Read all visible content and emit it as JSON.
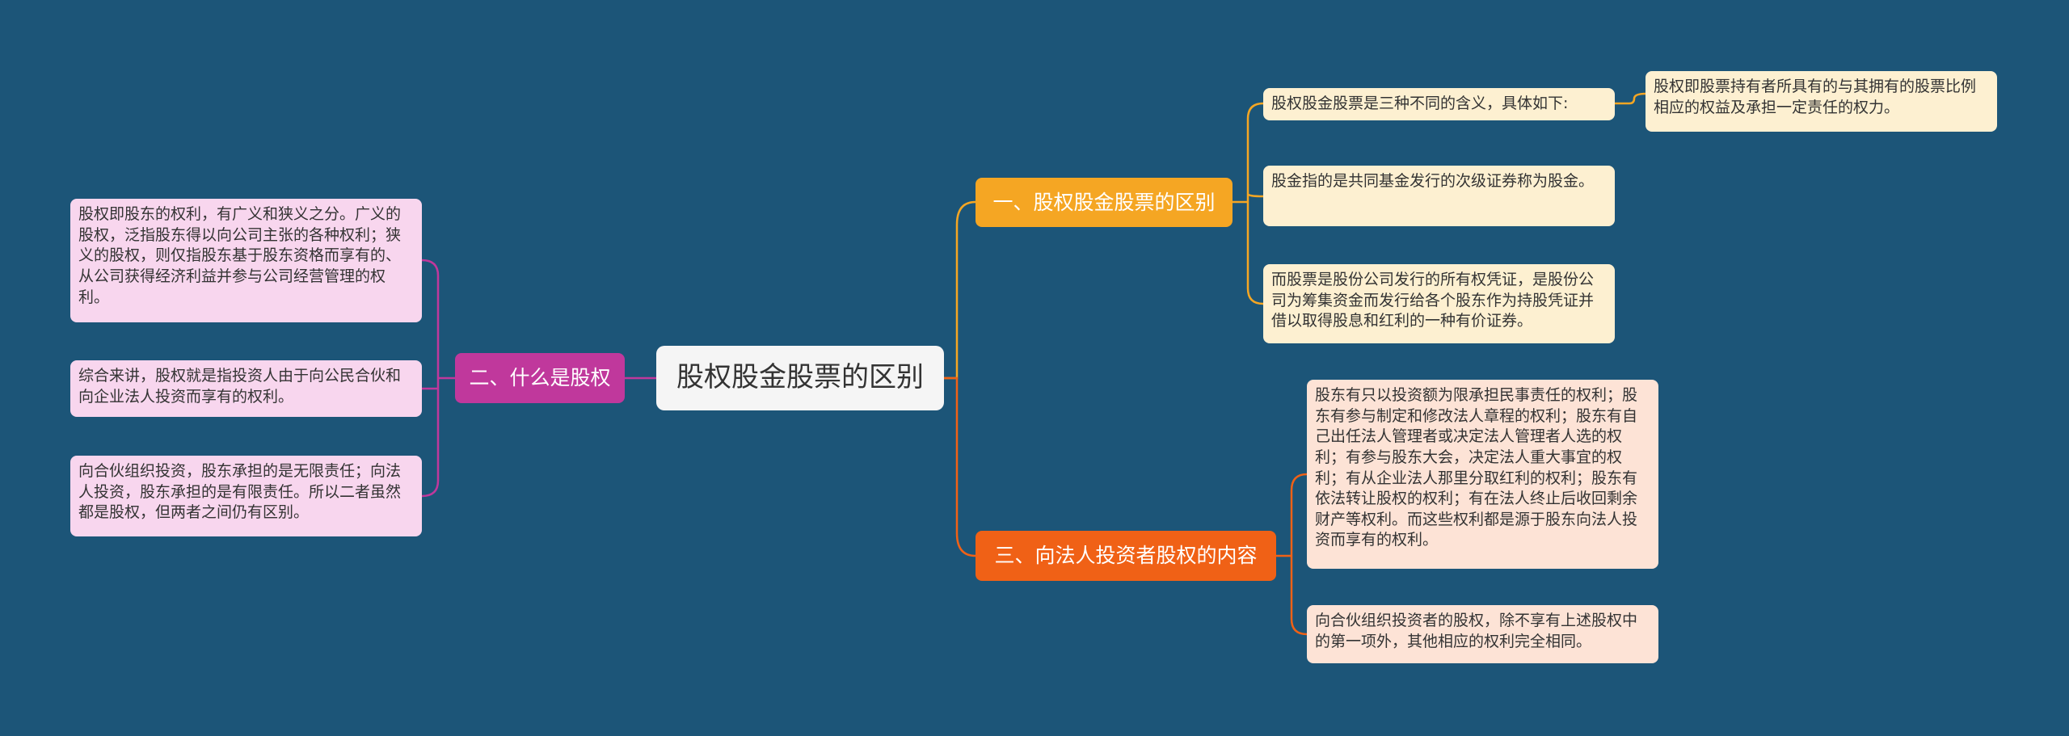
{
  "root": {
    "label": "股权股金股票的区别"
  },
  "branches": [
    {
      "label": "一、股权股金股票的区别",
      "color": "#f5a623"
    },
    {
      "label": "二、什么是股权",
      "color": "#c0389c"
    },
    {
      "label": "三、向法人投资者股权的内容",
      "color": "#f06116"
    }
  ],
  "leaves": {
    "b1_intro": "股权股金股票是三种不同的含义，具体如下:",
    "b1_intro_detail": "股权即股票持有者所具有的与其拥有的股票比例相应的权益及承担一定责任的权力。",
    "b1_fund": "股金指的是共同基金发行的次级证券称为股金。",
    "b1_stock": "而股票是股份公司发行的所有权凭证，是股份公司为筹集资金而发行给各个股东作为持股凭证并借以取得股息和红利的一种有价证券。",
    "b2_definition": "股权即股东的权利，有广义和狭义之分。广义的股权，泛指股东得以向公司主张的各种权利；狭义的股权，则仅指股东基于股东资格而享有的、从公司获得经济利益并参与公司经营管理的权利。",
    "b2_summary": "综合来讲，股权就是指投资人由于向公民合伙和向企业法人投资而享有的权利。",
    "b2_difference": "向合伙组织投资，股东承担的是无限责任；向法人投资，股东承担的是有限责任。所以二者虽然都是股权，但两者之间仍有区别。",
    "b3_rights": "股东有只以投资额为限承担民事责任的权利；股东有参与制定和修改法人章程的权利；股东有自己出任法人管理者或决定法人管理者人选的权利；有参与股东大会，决定法人重大事宜的权利；有从企业法人那里分取红利的权利；股东有依法转让股权的权利；有在法人终止后收回剩余财产等权利。而这些权利都是源于股东向法人投资而享有的权利。",
    "b3_partnership": "向合伙组织投资者的股权，除不享有上述股权中的第一项外，其他相应的权利完全相同。"
  },
  "colors": {
    "background": "#1c5578",
    "branch1_line": "#f5a623",
    "branch2_line": "#c0389c",
    "branch3_line": "#f06116"
  }
}
